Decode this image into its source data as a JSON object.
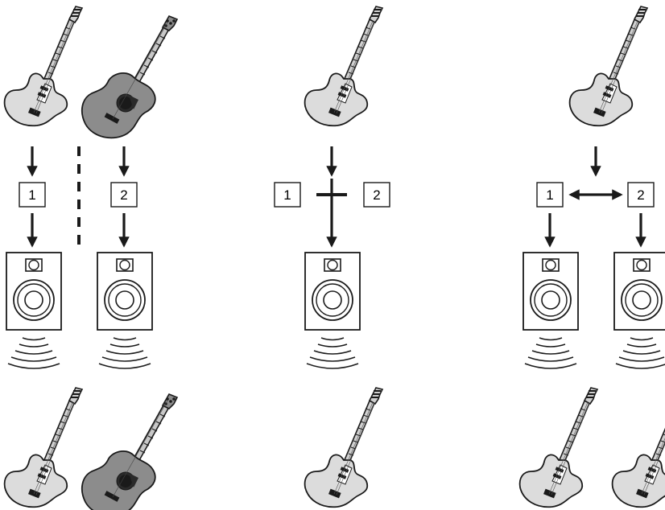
{
  "panels": [
    {
      "id": "split",
      "top_instruments": [
        "electric-guitar",
        "acoustic-guitar"
      ],
      "channel_labels": [
        "1",
        "2"
      ],
      "separator": "dashed-line",
      "speakers": 2,
      "bottom_instruments": [
        "electric-guitar",
        "acoustic-guitar"
      ]
    },
    {
      "id": "layer",
      "top_instruments": [
        "electric-guitar"
      ],
      "channel_labels": [
        "1",
        "2"
      ],
      "separator": "plus",
      "speakers": 1,
      "bottom_instruments": [
        "electric-guitar"
      ]
    },
    {
      "id": "stereo",
      "top_instruments": [
        "electric-guitar"
      ],
      "channel_labels": [
        "1",
        "2"
      ],
      "separator": "double-arrow",
      "speakers": 2,
      "bottom_instruments": [
        "electric-guitar",
        "electric-guitar"
      ]
    }
  ],
  "colors": {
    "line": "#1a1a1a",
    "electric_body": "#dcdcdc",
    "acoustic_body": "#8c8c8c",
    "speaker_fill": "#ffffff"
  }
}
